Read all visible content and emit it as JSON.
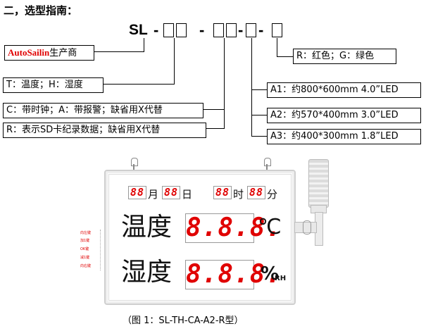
{
  "heading": "二，选型指南：",
  "model_code": {
    "prefix": "SL",
    "separator": "-"
  },
  "labels": {
    "brand": "AutoSailin",
    "brand_suffix": "生产商",
    "type": "T：温度；H：湿度",
    "c_option": "C：带时钟；A：带报警；缺省用X代替",
    "r_option": "R：表示SD卡纪录数据；缺省用X代替",
    "color": "R：红色；G：绿色",
    "a1": "A1：约800*600mm  4.0”LED",
    "a2": "A2：约570*400mm  3.0”LED",
    "a3": "A3：约400*300mm  1.8”LED"
  },
  "device": {
    "month_digits": "88",
    "month_unit": "月",
    "day_digits": "88",
    "day_unit": "日",
    "hour_digits": "88",
    "hour_unit": "时",
    "minute_digits": "88",
    "minute_unit": "分",
    "temp_label": "温度",
    "temp_digits": "8.8.8.",
    "temp_unit": "℃",
    "hum_label": "湿度",
    "hum_digits": "8.8.8.",
    "hum_unit": "%",
    "hum_unit_sub": "RH",
    "side_keys": [
      "向左键",
      "加1键",
      "OK键",
      "减1键",
      "向右键"
    ]
  },
  "caption": "（图 1：SL-TH-CA-A2-R型）",
  "colors": {
    "led": "#e00000",
    "brand": "#e00000"
  }
}
